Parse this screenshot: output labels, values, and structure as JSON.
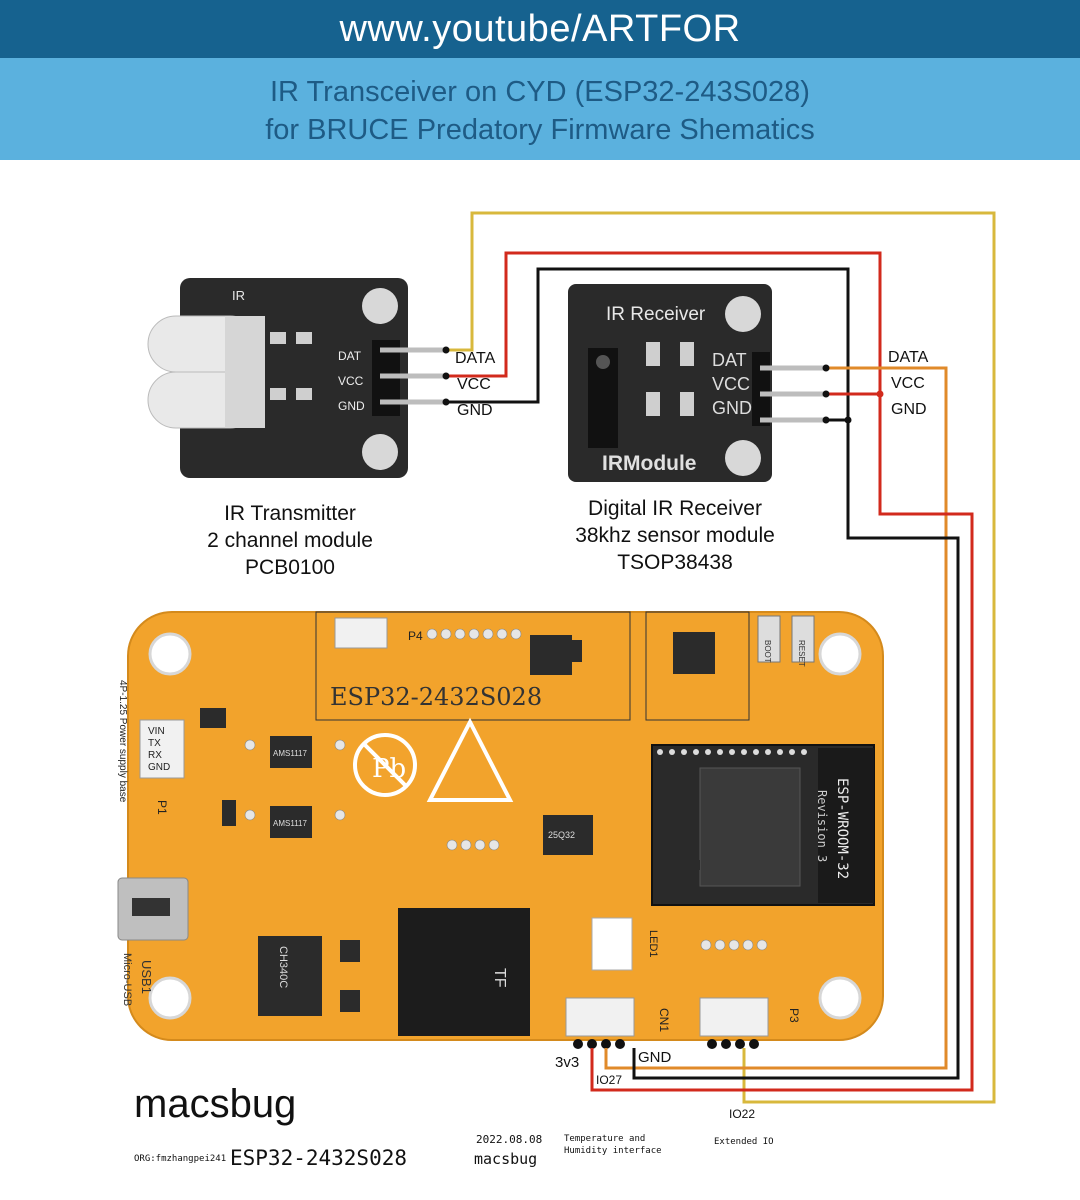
{
  "header": {
    "channel": "www.youtube/ARTFOR",
    "title_line1": "IR Transceiver on CYD (ESP32-243S028)",
    "title_line2": "for BRUCE Predatory Firmware Shematics"
  },
  "transmitter": {
    "board_label": "IR",
    "pins": [
      "DAT",
      "VCC",
      "GND"
    ],
    "wire_labels": [
      "DATA",
      "VCC",
      "GND"
    ],
    "caption": [
      "IR Transmitter",
      "2 channel module",
      "PCB0100"
    ]
  },
  "receiver": {
    "board_title": "IR Receiver",
    "board_pins": [
      "DAT",
      "VCC",
      "GND"
    ],
    "board_bottom": "IRModule",
    "wire_labels": [
      "DATA",
      "VCC",
      "GND"
    ],
    "caption": [
      "Digital IR Receiver",
      "38khz sensor module",
      "TSOP38438"
    ]
  },
  "cyd_board": {
    "silk_title": "ESP32-2432S028",
    "module_label": [
      "ESP-WROOM-32",
      "Revision 3"
    ],
    "chips": [
      "AMS1117",
      "AMS1117",
      "CH340C",
      "25Q32"
    ],
    "connectors": [
      "P1",
      "P3",
      "CN1",
      "P4",
      "USB1",
      "TF",
      "LED1"
    ],
    "usb_label": "Micro-USB",
    "power_label": "4P-1.25 Power supply base",
    "p1_pins": [
      "VIN",
      "TX",
      "RX",
      "GND"
    ],
    "buttons": [
      "BOOT",
      "RESET"
    ]
  },
  "connection_labels": {
    "cn1_3v3": "3v3",
    "cn1_gnd": "GND",
    "cn1_io27": "IO27",
    "p3_io22": "IO22"
  },
  "footer": {
    "brand": "macsbug",
    "org": "ORG:fmzhangpei241",
    "board_name": "ESP32-2432S028",
    "date": "2022.08.08",
    "author": "macsbug",
    "temp_line1": "Temperature and",
    "temp_line2": "Humidity interface",
    "extended": "Extended IO"
  },
  "colors": {
    "wire_yellow": "#d8b83c",
    "wire_red": "#d22a1c",
    "wire_black": "#111111",
    "wire_orange": "#e08a2a",
    "pcb_orange": "#f2a32c",
    "banner_dark": "#16628f",
    "banner_light": "#5bb1de"
  }
}
